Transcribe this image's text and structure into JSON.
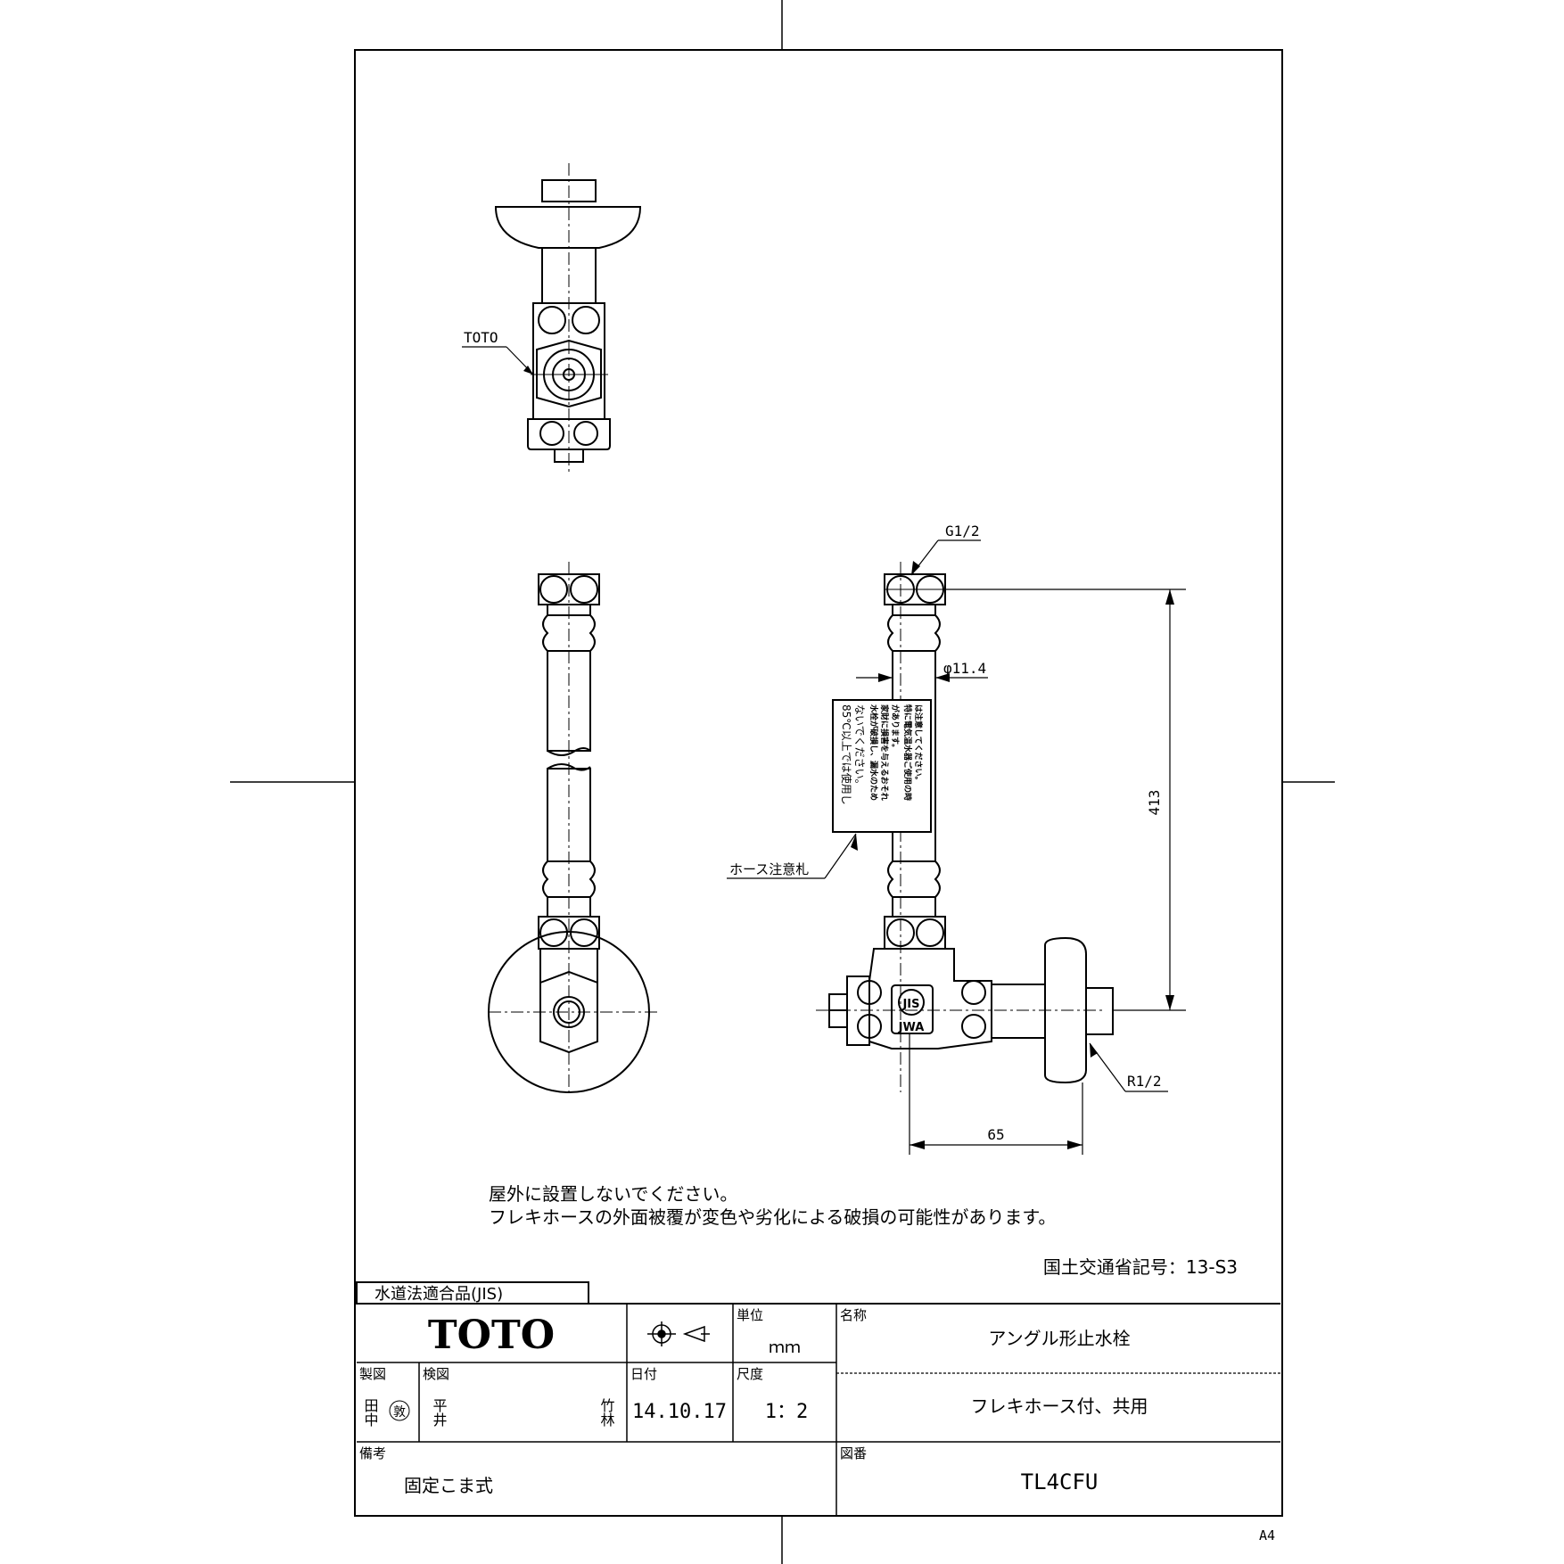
{
  "drawing": {
    "labels": {
      "toto_callout": "TOTO",
      "g_thread": "G1/2",
      "hose_diameter": "φ11.4",
      "dim_height": "413",
      "dim_width": "65",
      "r_thread": "R1/2",
      "hose_tag_callout": "ホース注意札",
      "jis_mark": "JIS",
      "jwwa_mark": "JWA"
    },
    "tag_text": {
      "line1": "85℃以上では使用し",
      "line2": "ないでください。",
      "line3": "水栓が破損し、漏水のため",
      "line4": "家財に損害を与えるおそれ",
      "line5": "があります。",
      "line6": "特に電気温水器ご使用の時",
      "line7": "は注意してください。"
    },
    "notes": {
      "line1": "屋外に設置しないでください。",
      "line2": "フレキホースの外面被覆が変色や劣化による破損の可能性があります。"
    },
    "mlit_code": "国土交通省記号：13-S3"
  },
  "title_block": {
    "approval": "水道法適合品(JIS)",
    "logo": "TOTO",
    "unit_label": "単位",
    "unit_value": "ｍｍ",
    "name_label": "名称",
    "name_value": "アングル形止水栓",
    "sub_name": "フレキホース付、共用",
    "drawn_label": "製図",
    "drawn_name1": "田中",
    "drawn_stamp": "敦",
    "checked_label": "検図",
    "checked_name1": "平井",
    "checked_name2": "竹林",
    "date_label": "日付",
    "date_value": "14.10.17",
    "scale_label": "尺度",
    "scale_value": "1：2",
    "remarks_label": "備考",
    "remarks_value": "固定こま式",
    "drawing_no_label": "図番",
    "drawing_no_value": "TL4CFU",
    "paper_size": "A4"
  }
}
